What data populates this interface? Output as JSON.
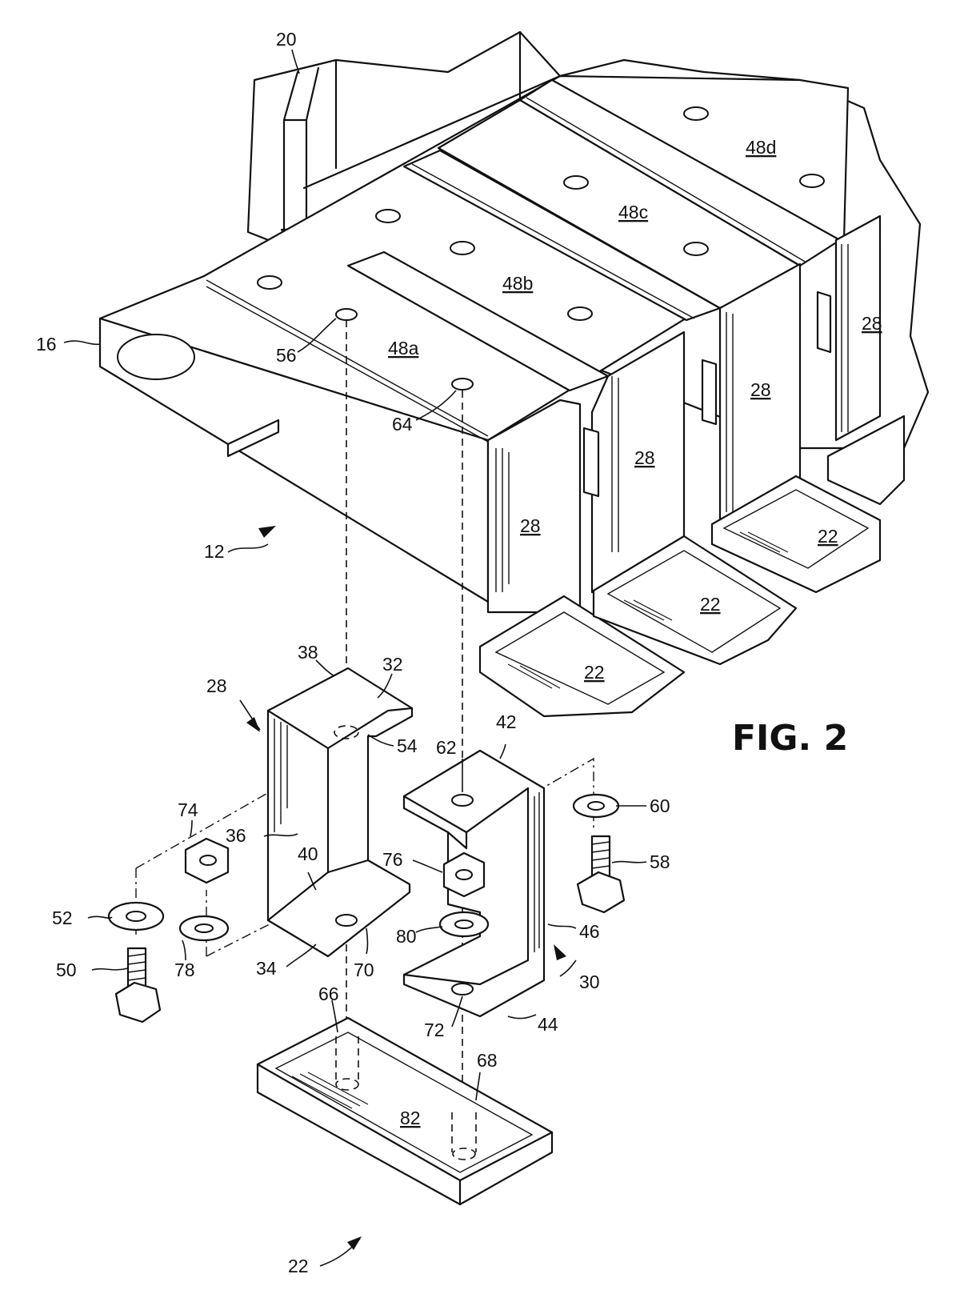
{
  "figure_title": "FIG. 2",
  "reference_numerals": {
    "n12": "12",
    "n16": "16",
    "n20": "20",
    "n22a": "22",
    "n22b": "22",
    "n22c": "22",
    "n22d": "22",
    "n28a": "28",
    "n28b": "28",
    "n28c": "28",
    "n28d": "28",
    "n28e": "28",
    "n30": "30",
    "n32": "32",
    "n34": "34",
    "n36": "36",
    "n38": "38",
    "n40": "40",
    "n42": "42",
    "n44": "44",
    "n46": "46",
    "n48a": "48a",
    "n48b": "48b",
    "n48c": "48c",
    "n48d": "48d",
    "n50": "50",
    "n52": "52",
    "n54": "54",
    "n56": "56",
    "n58": "58",
    "n60": "60",
    "n62": "62",
    "n64": "64",
    "n66": "66",
    "n68": "68",
    "n70": "70",
    "n72": "72",
    "n74": "74",
    "n76": "76",
    "n78": "78",
    "n80": "80",
    "n82": "82"
  }
}
